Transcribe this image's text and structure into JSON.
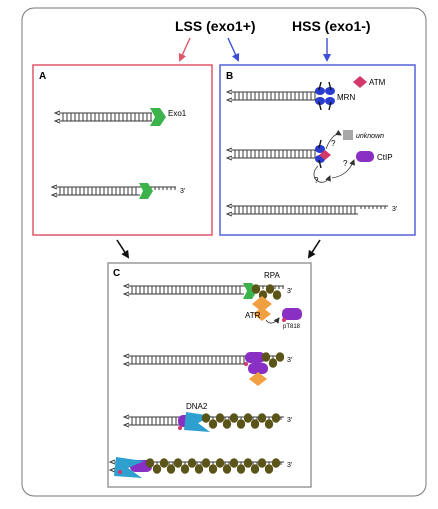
{
  "title_lss": "LSS (exo1+)",
  "title_hss": "HSS (exo1-)",
  "panel_a": {
    "letter": "A",
    "exo1_label": "Exo1",
    "three_prime": "3'"
  },
  "panel_b": {
    "letter": "B",
    "mrn_label": "MRN",
    "atm_label": "ATM",
    "unknown_label": "unknown",
    "ctip_label": "CtIP",
    "question_mark": "?",
    "three_prime": "3'"
  },
  "panel_c": {
    "letter": "C",
    "rpa_label": "RPA",
    "atr_label": "ATR",
    "pt818_label": "pT818",
    "dna2_label": "DNA2",
    "three_prime": "3'"
  },
  "colors": {
    "lss_title": "#7b2a8c",
    "hss_title": "#3d4fd6",
    "panel_a_border": "#e0566b",
    "panel_b_border": "#5562d6",
    "panel_c_border": "#9a9a9a",
    "exo1": "#3cb34a",
    "mrn": "#2a3bcf",
    "atm": "#d2386a",
    "ctip": "#8a2fc4",
    "unknown": "#a8a8a8",
    "rpa": "#5a5418",
    "atr": "#f0a040",
    "dna2": "#2ea0d0"
  }
}
